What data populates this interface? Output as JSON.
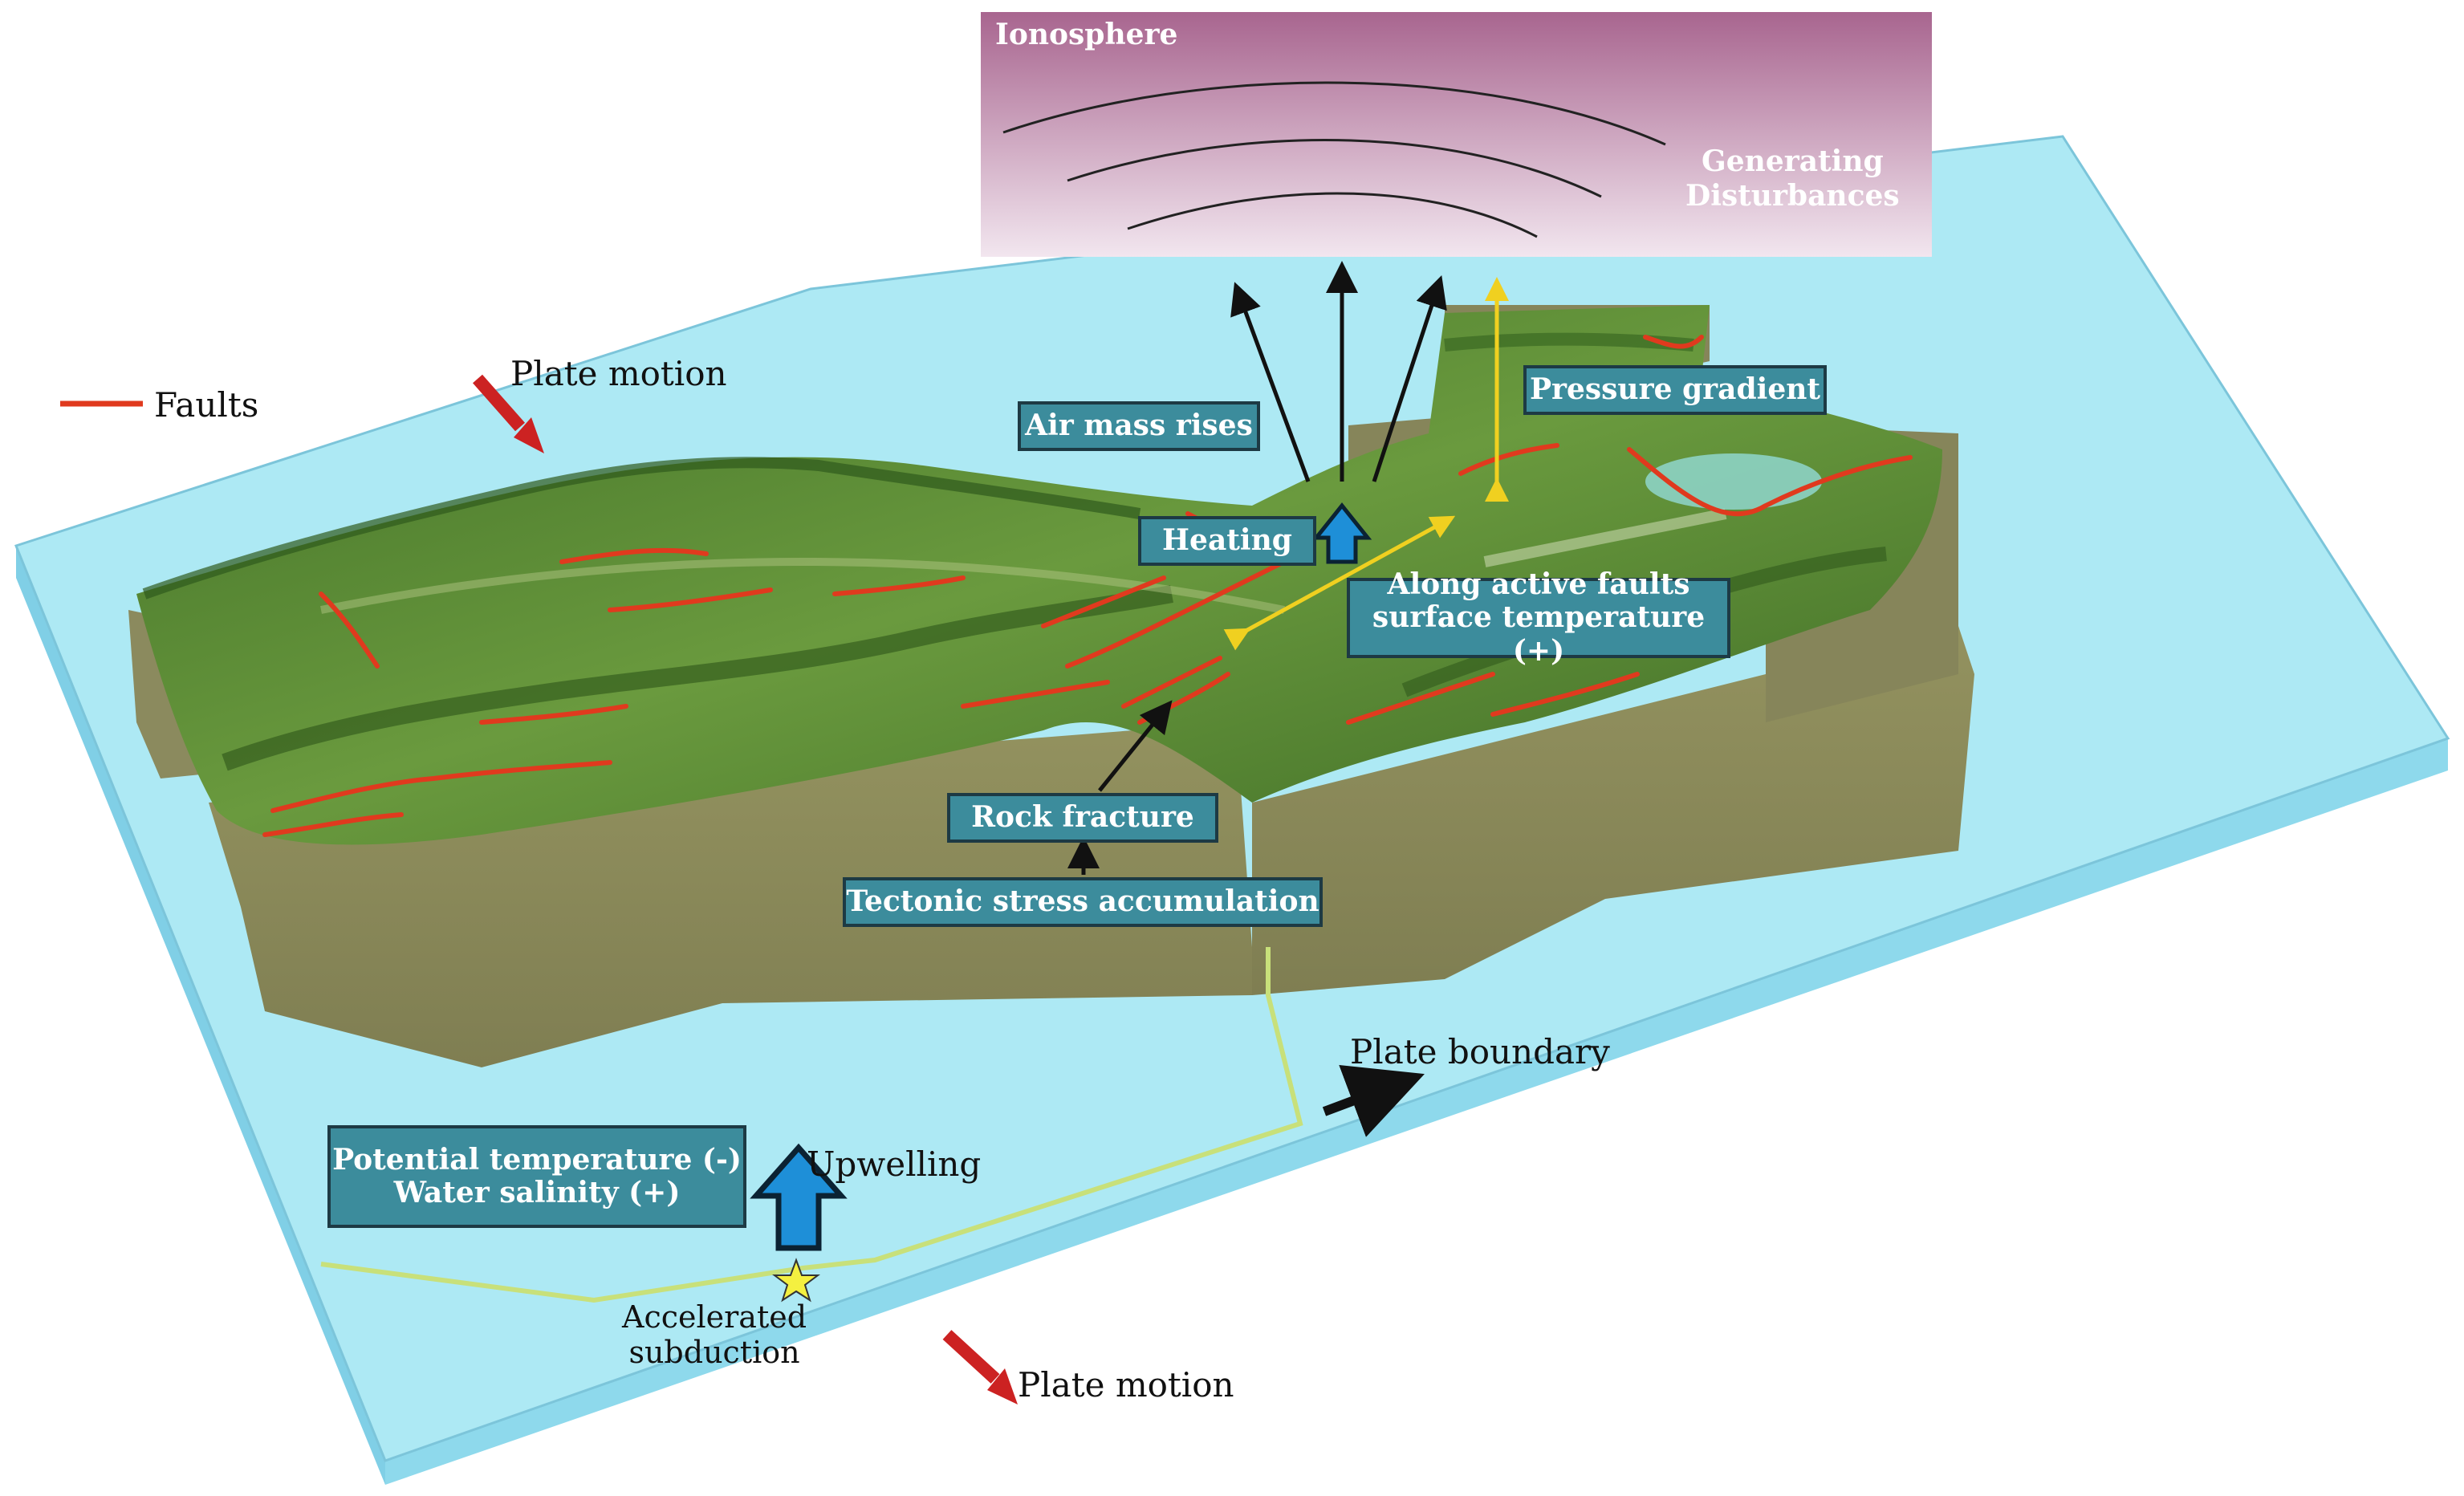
{
  "ionosphere": {
    "title": "Ionosphere",
    "disturbances_line1": "Generating",
    "disturbances_line2": "Disturbances"
  },
  "legend": {
    "faults": "Faults"
  },
  "labels": {
    "plate_motion_top": "Plate motion",
    "plate_motion_bottom": "Plate motion",
    "plate_boundary": "Plate boundary",
    "upwelling": "Upwelling",
    "accelerated_line1": "Accelerated",
    "accelerated_line2": "subduction"
  },
  "boxes": {
    "air_mass_rises": "Air mass rises",
    "pressure_gradient": "Pressure gradient",
    "heating": "Heating",
    "faults_temp_line1": "Along active faults",
    "faults_temp_line2": "surface temperature (+)",
    "rock_fracture": "Rock fracture",
    "tectonic_stress": "Tectonic stress accumulation",
    "potential_temp": "Potential temperature (-)",
    "water_salinity": "Water salinity (+)"
  },
  "colors": {
    "ocean": "#9fe3f0",
    "ocean_side": "#86d6ea",
    "terrain_green": "#4f7d2f",
    "cliff": "#8b8a5e",
    "fault": "#e03a1e",
    "box_fill": "#3c8c9c",
    "ionosphere_top": "#a8658f",
    "ionosphere_bottom": "#f0e4ee",
    "plate_boundary": "#c8e07a",
    "arrow_blue": "#1e8fd8",
    "arrow_yellow": "#f0d020"
  }
}
